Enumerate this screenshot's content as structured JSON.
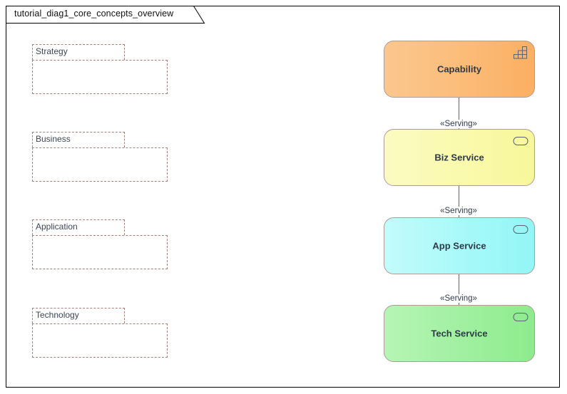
{
  "window": {
    "tab_label": "tutorial_diag1_core_concepts_overview"
  },
  "canvas": {
    "groups": [
      {
        "label": "Strategy"
      },
      {
        "label": "Business"
      },
      {
        "label": "Application"
      },
      {
        "label": "Technology"
      }
    ],
    "elements": [
      {
        "label": "Capability",
        "icon": "capability-icon",
        "layer": "strategy",
        "color": "#fbbe7c"
      },
      {
        "label": "Biz Service",
        "icon": "service-icon",
        "layer": "business",
        "color": "#fafaae"
      },
      {
        "label": "App Service",
        "icon": "service-icon",
        "layer": "application",
        "color": "#aaf9f9"
      },
      {
        "label": "Tech Service",
        "icon": "service-icon",
        "layer": "technology",
        "color": "#a2f0a2"
      }
    ],
    "relationships": [
      {
        "label": "«Serving»",
        "from": "Capability",
        "to": "Biz Service"
      },
      {
        "label": "«Serving»",
        "from": "Biz Service",
        "to": "App Service"
      },
      {
        "label": "«Serving»",
        "from": "App Service",
        "to": "Tech Service"
      }
    ]
  },
  "colors": {
    "frame_border": "#000000",
    "group_stroke": "#a3807e",
    "connector": "#5b6472",
    "text": "#2f3a48"
  }
}
